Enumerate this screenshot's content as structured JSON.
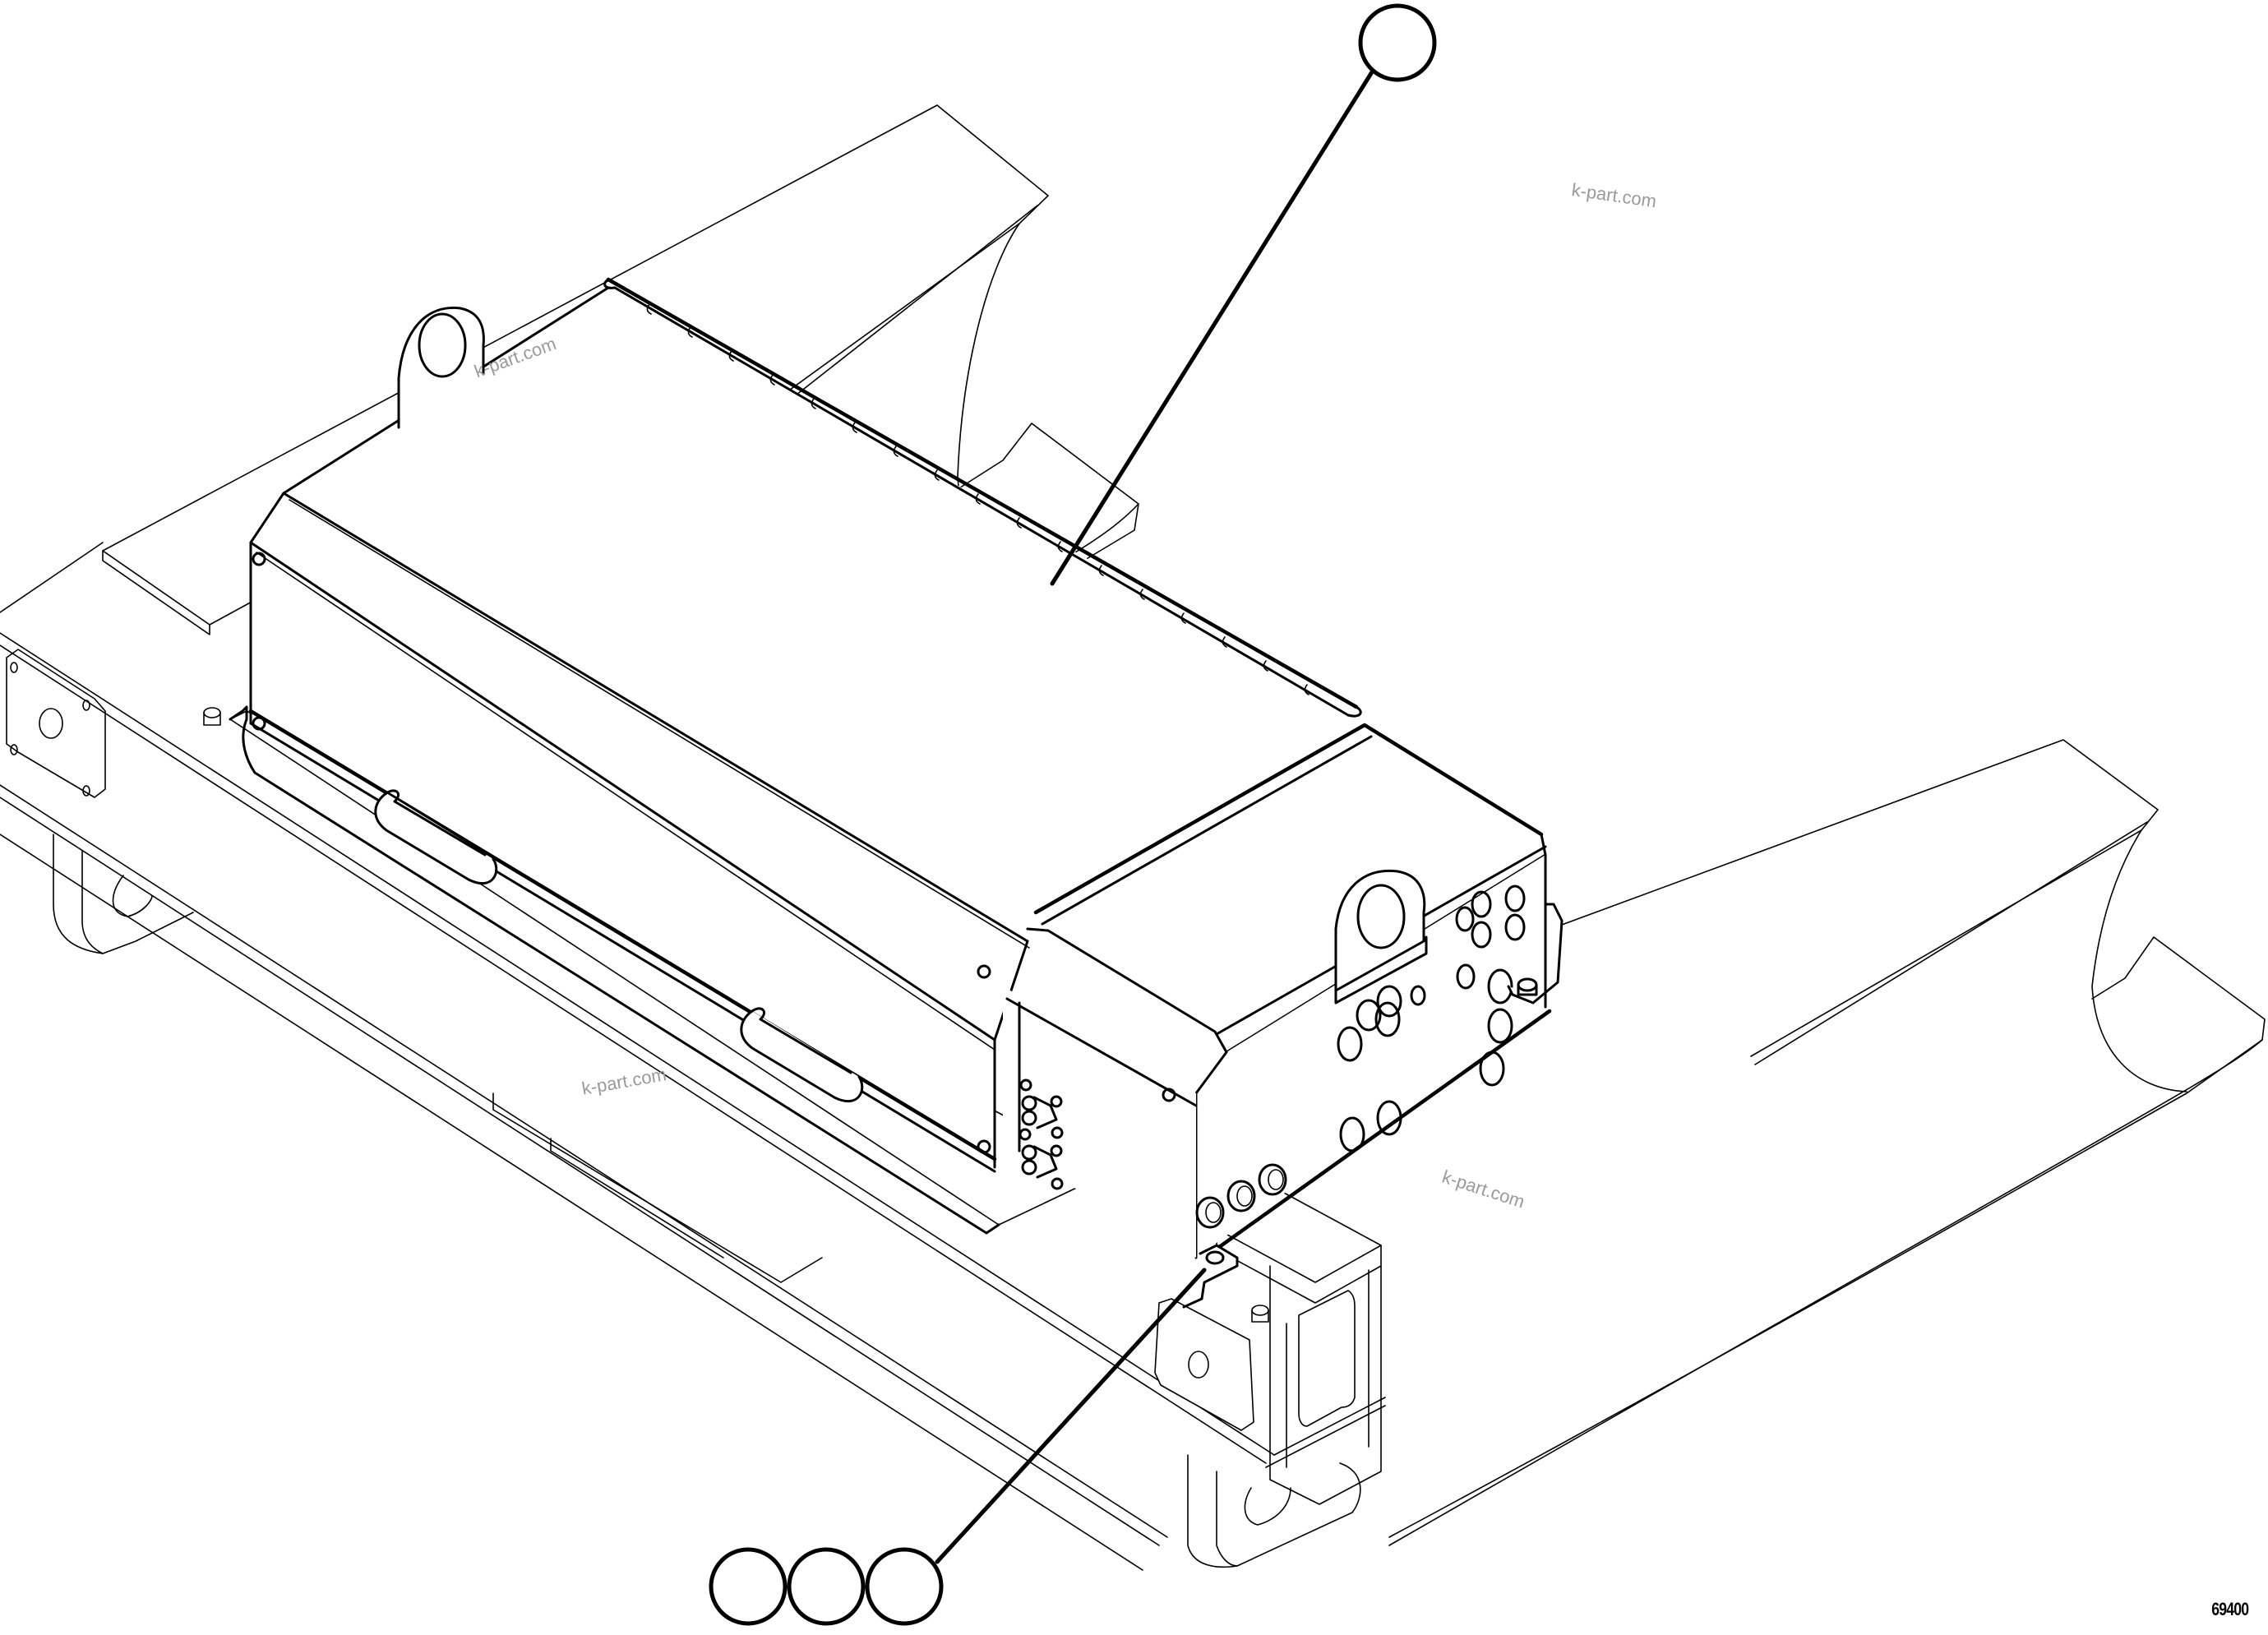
{
  "diagram": {
    "type": "isometric parts illustration",
    "subject": "Electrical enclosure box mounted on fork-lift carriage / fork frame",
    "figure_number": "69400",
    "watermarks": [
      "k-part.com",
      "k-part.com",
      "k-part.com",
      "k-part.com"
    ],
    "callouts": [
      {
        "id": "callout-top",
        "label": "",
        "target": "enclosure-cover"
      },
      {
        "id": "callout-bottom-1",
        "label": "",
        "target": "mounting-bolt"
      },
      {
        "id": "callout-bottom-2",
        "label": "",
        "target": "mounting-bolt"
      },
      {
        "id": "callout-bottom-3",
        "label": "",
        "target": "mounting-bolt"
      }
    ],
    "components": [
      "fork-carriage-frame",
      "left-fork",
      "right-fork",
      "enclosure-long-box",
      "enclosure-end-box",
      "hinged-cover",
      "lifting-eye-rear",
      "lifting-eye-front",
      "carry-handle-1",
      "carry-handle-2",
      "cable-glands",
      "connector-panel",
      "mounting-bracket",
      "mounting-bolt",
      "hook-left",
      "hook-right",
      "end-plate-left",
      "end-plate-right"
    ]
  }
}
